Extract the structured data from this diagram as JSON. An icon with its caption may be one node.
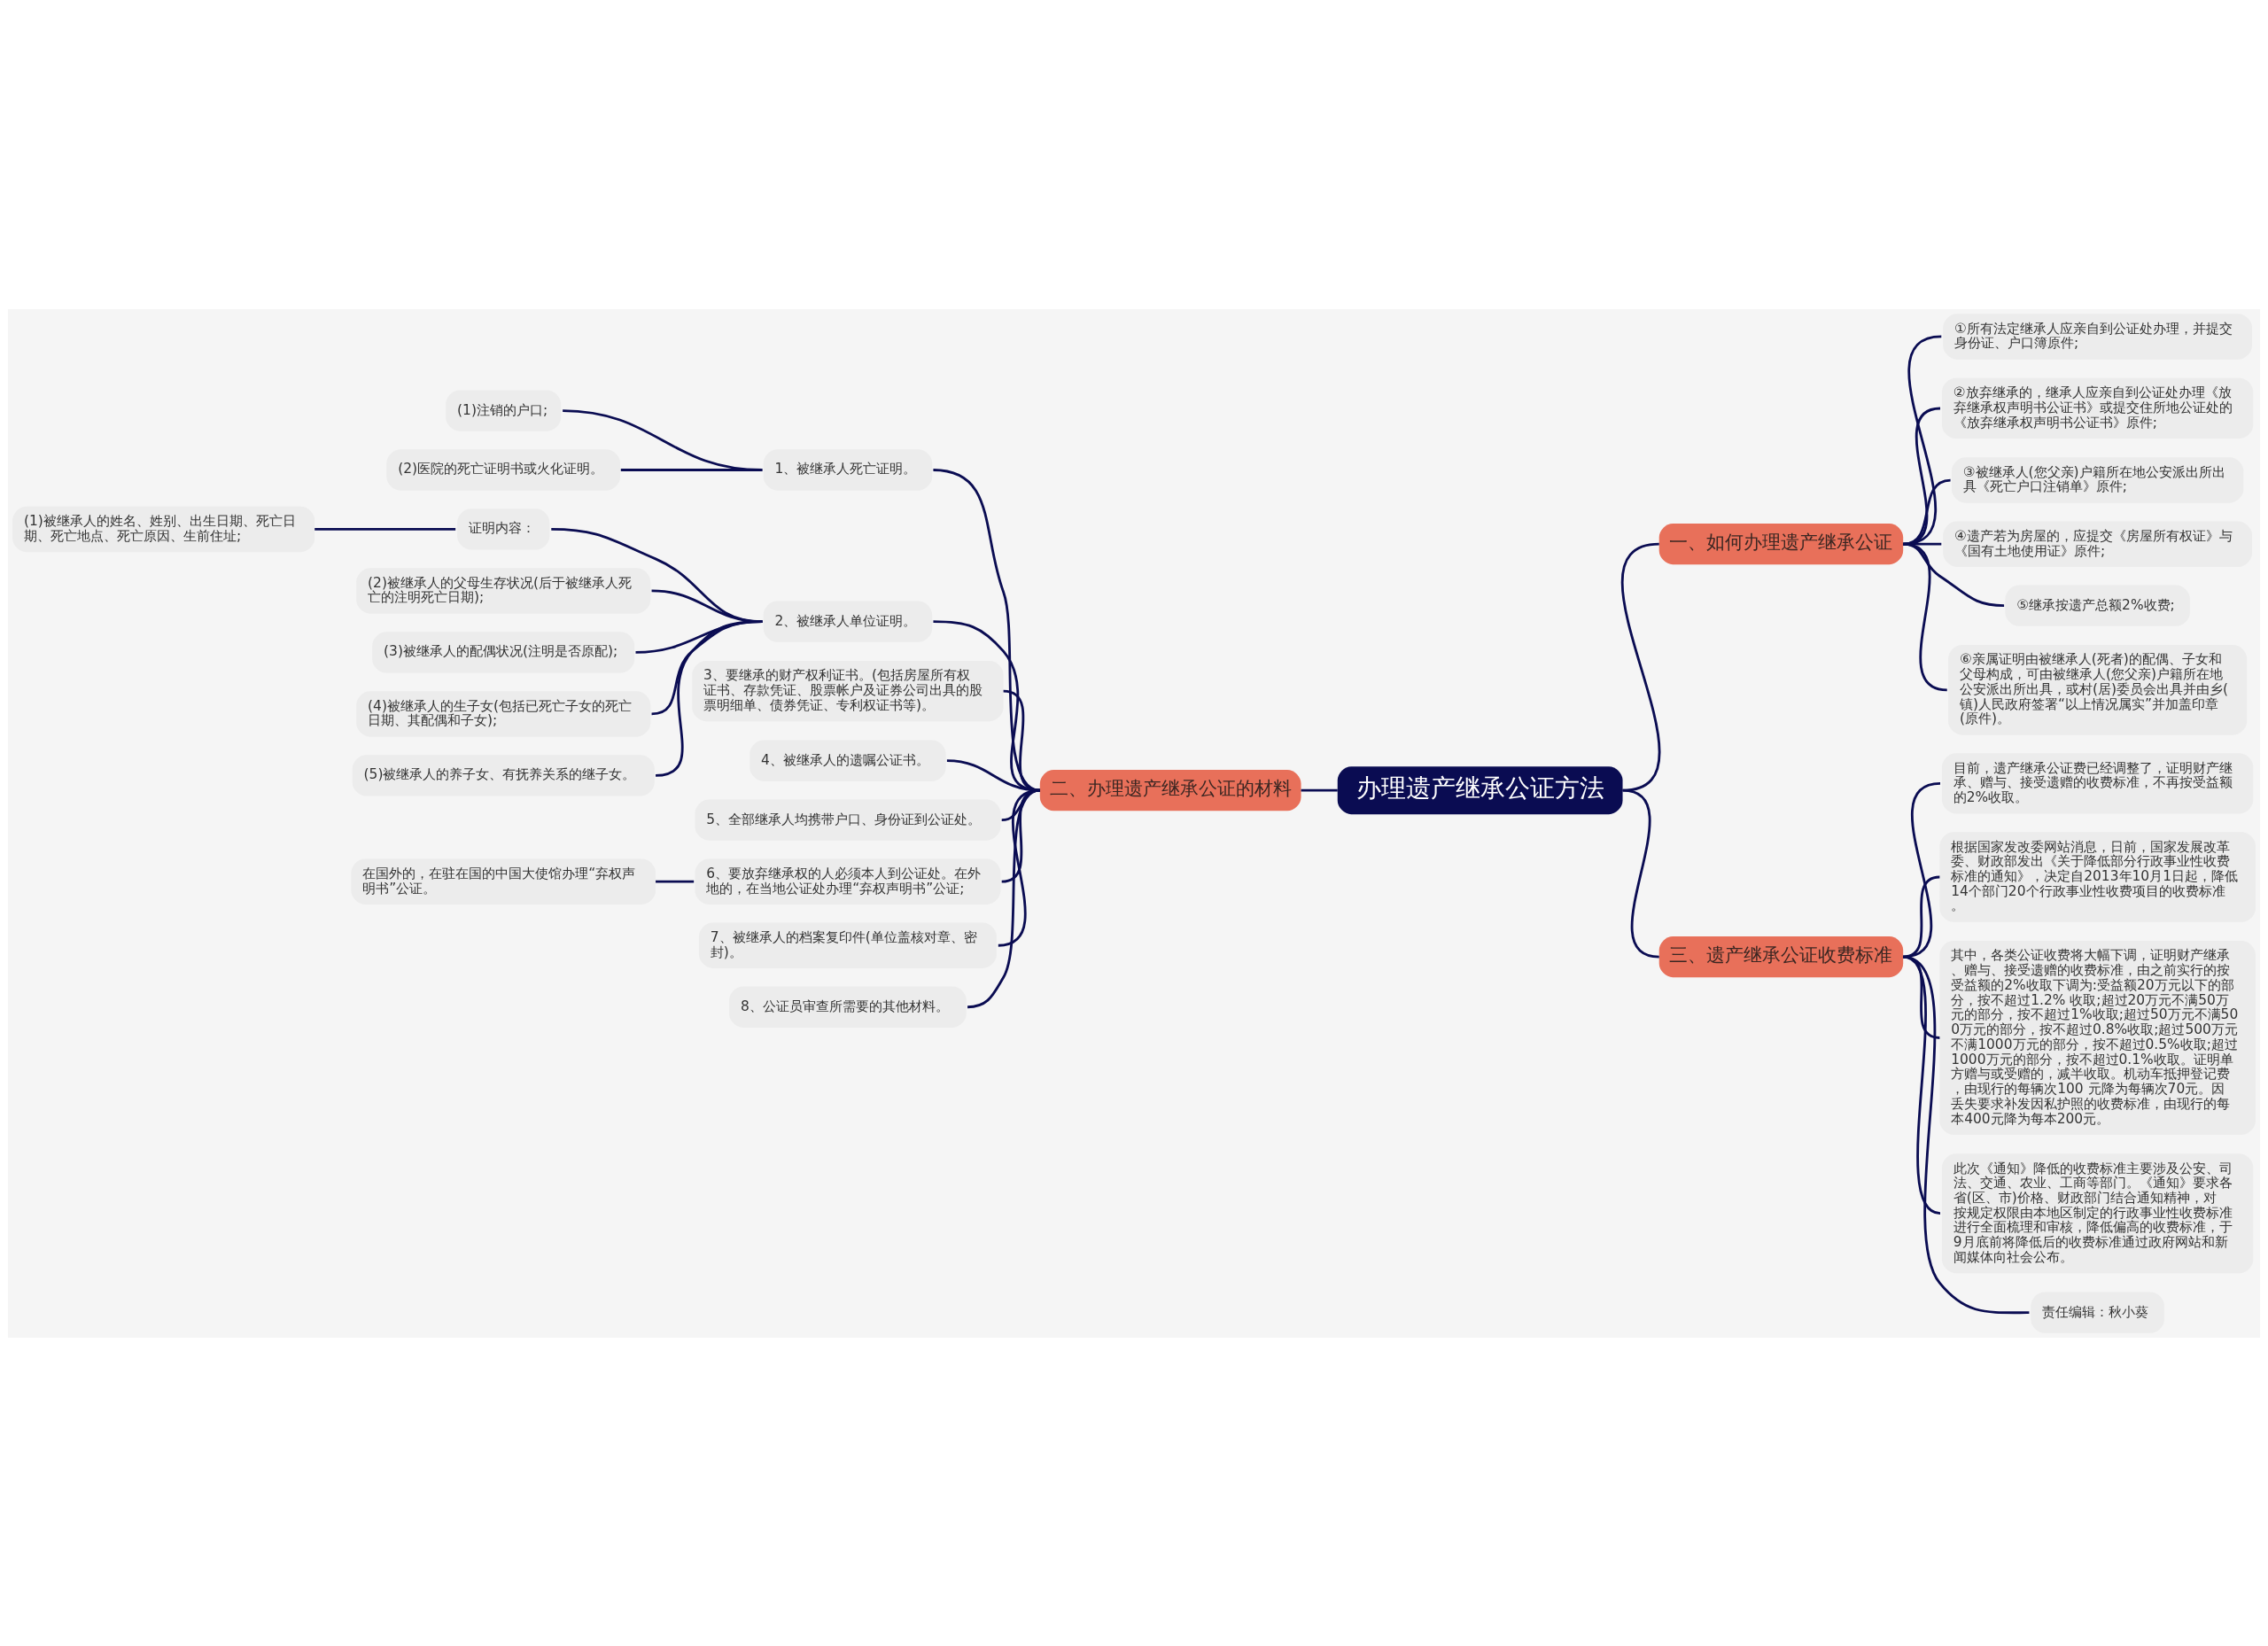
{
  "diagram": {
    "nodes": [
      {
        "text": [
          "办理遗产继承公证方法"
        ]
      },
      {
        "text": [
          "一、如何办理遗产继承公证"
        ]
      },
      {
        "text": [
          "①所有法定继承人应亲自到公证处办理，并提交身份证、户口簿原件;"
        ]
      },
      {
        "text": [
          "②放弃继承的，继承人应亲自到公证处办理《放弃继承权声明书公证书》或提交住所地公证处的《放弃继承权声明书公证书》原件;"
        ]
      },
      {
        "text": [
          "③被继承人(您父亲)户籍所在地公安派出所出具《死亡户口注销单》原件;"
        ]
      },
      {
        "text": [
          "④遗产若为房屋的，应提交《房屋所有权证》与《国有土地使用证》原件;"
        ]
      },
      {
        "text": [
          "⑤继承按遗产总额2%收费;"
        ]
      },
      {
        "text": [
          "⑥亲属证明由被继承人(死者)的配偶、子女和父母构成，可由被继承人(您父亲)户籍所在地公安派出所出具，或村(居)委员会出具并由乡(镇)人民政府签署“以上情况属实”并加盖印章(原件)。"
        ]
      },
      {
        "text": [
          "二、办理遗产继承公证的材料"
        ]
      },
      {
        "text": [
          "1、被继承人死亡证明。"
        ]
      },
      {
        "text": [
          "(1)注销的户口;"
        ]
      },
      {
        "text": [
          "(2)医院的死亡证明书或火化证明。"
        ]
      },
      {
        "text": [
          "2、被继承人单位证明。"
        ]
      },
      {
        "text": [
          "证明内容："
        ]
      },
      {
        "text": [
          "(1)被继承人的姓名、姓别、出生日期、死亡日期、死亡地点、死亡原因、生前住址;"
        ]
      },
      {
        "text": [
          "(2)被继承人的父母生存状况(后于被继承人死亡的注明死亡日期);"
        ]
      },
      {
        "text": [
          "(3)被继承人的配偶状况(注明是否原配);"
        ]
      },
      {
        "text": [
          "(4)被继承人的生子女(包括已死亡子女的死亡日期、其配偶和子女);"
        ]
      },
      {
        "text": [
          "(5)被继承人的养子女、有抚养关系的继子女。"
        ]
      },
      {
        "text": [
          "3、要继承的财产权利证书。(包括房屋所有权证书、存款凭证、股票帐户及证券公司出具的股票明细单、债券凭证、专利权证书等)。"
        ]
      },
      {
        "text": [
          "4、被继承人的遗嘱公证书。"
        ]
      },
      {
        "text": [
          "5、全部继承人均携带户口、身份证到公证处。"
        ]
      },
      {
        "text": [
          "6、要放弃继承权的人必须本人到公证处。在外地的，在当地公证处办理“弃权声明书”公证;"
        ]
      },
      {
        "text": [
          "在国外的，在驻在国的中国大使馆办理“弃权声明书”公证。"
        ]
      },
      {
        "text": [
          "7、被继承人的档案复印件(单位盖核对章、密封)。"
        ]
      },
      {
        "text": [
          "8、公证员审查所需要的其他材料。"
        ]
      },
      {
        "text": [
          "三、遗产继承公证收费标准"
        ]
      },
      {
        "text": [
          "目前，遗产继承公证费已经调整了，证明财产继承、赠与、接受遗赠的收费标准，不再按受益额的2%收取。"
        ]
      },
      {
        "text": [
          "根据国家发改委网站消息，日前，国家发展改革委、财政部发出《关于降低部分行政事业性收费标准的通知》，决定自2013年10月1日起，降低14个部门20个行政事业性收费项目的收费标准。"
        ]
      },
      {
        "text": [
          "其中，各类公证收费将大幅下调，证明财产继承、赠与、接受遗赠的收费标准，由之前实行的按受益额的2%收取下调为:受益额20万元以下的部分，按不超过1.2% 收取;超过20万元不满50万元的部分，按不超过1%收取;超过50万元不满500万元的部分，按不超过0.8%收取;超过500万元不满1000万元的部分，按不超过0.5%收取;超过1000万元的部分，按不超过0.1%收取。证明单方赠与或受赠的，减半收取。机动车抵押登记费，由现行的每辆次100 元降为每辆次70元。因丢失要求补发因私护照的收费标准，由现行的每本400元降为每本200元。"
        ]
      },
      {
        "text": [
          "此次《通知》降低的收费标准主要涉及公安、司法、交通、农业、工商等部门。《通知》要求各省(区、市)价格、财政部门结合通知精神，对按规定权限由本地区制定的行政事业性收费标准进行全面梳理和审核，降低偏高的收费标准，于9月底前将降低后的收费标准通过政府网站和新闻媒体向社会公布。"
        ]
      },
      {
        "text": [
          "责任编辑：秋小葵"
        ]
      }
    ],
    "edges": [
      {
        "from": 0,
        "to": 1,
        "arrow": "none"
      },
      {
        "from": 1,
        "to": 2,
        "arrow": "none"
      },
      {
        "from": 1,
        "to": 3,
        "arrow": "none"
      },
      {
        "from": 1,
        "to": 4,
        "arrow": "none"
      },
      {
        "from": 1,
        "to": 5,
        "arrow": "none"
      },
      {
        "from": 1,
        "to": 6,
        "arrow": "none"
      },
      {
        "from": 1,
        "to": 7,
        "arrow": "none"
      },
      {
        "from": 0,
        "to": 8,
        "arrow": "none"
      },
      {
        "from": 8,
        "to": 9,
        "arrow": "none"
      },
      {
        "from": 9,
        "to": 10,
        "arrow": "none"
      },
      {
        "from": 9,
        "to": 11,
        "arrow": "none"
      },
      {
        "from": 8,
        "to": 12,
        "arrow": "none"
      },
      {
        "from": 12,
        "to": 13,
        "arrow": "none"
      },
      {
        "from": 13,
        "to": 14,
        "arrow": "none"
      },
      {
        "from": 12,
        "to": 15,
        "arrow": "none"
      },
      {
        "from": 12,
        "to": 16,
        "arrow": "none"
      },
      {
        "from": 12,
        "to": 17,
        "arrow": "none"
      },
      {
        "from": 12,
        "to": 18,
        "arrow": "none"
      },
      {
        "from": 8,
        "to": 19,
        "arrow": "none"
      },
      {
        "from": 8,
        "to": 20,
        "arrow": "none"
      },
      {
        "from": 8,
        "to": 21,
        "arrow": "none"
      },
      {
        "from": 8,
        "to": 22,
        "arrow": "none"
      },
      {
        "from": 22,
        "to": 23,
        "arrow": "none"
      },
      {
        "from": 8,
        "to": 24,
        "arrow": "none"
      },
      {
        "from": 8,
        "to": 25,
        "arrow": "none"
      },
      {
        "from": 0,
        "to": 26,
        "arrow": "none"
      },
      {
        "from": 26,
        "to": 27,
        "arrow": "none"
      },
      {
        "from": 26,
        "to": 28,
        "arrow": "none"
      },
      {
        "from": 26,
        "to": 29,
        "arrow": "none"
      },
      {
        "from": 26,
        "to": 30,
        "arrow": "none"
      },
      {
        "from": 26,
        "to": 31,
        "arrow": "none"
      }
    ]
  }
}
